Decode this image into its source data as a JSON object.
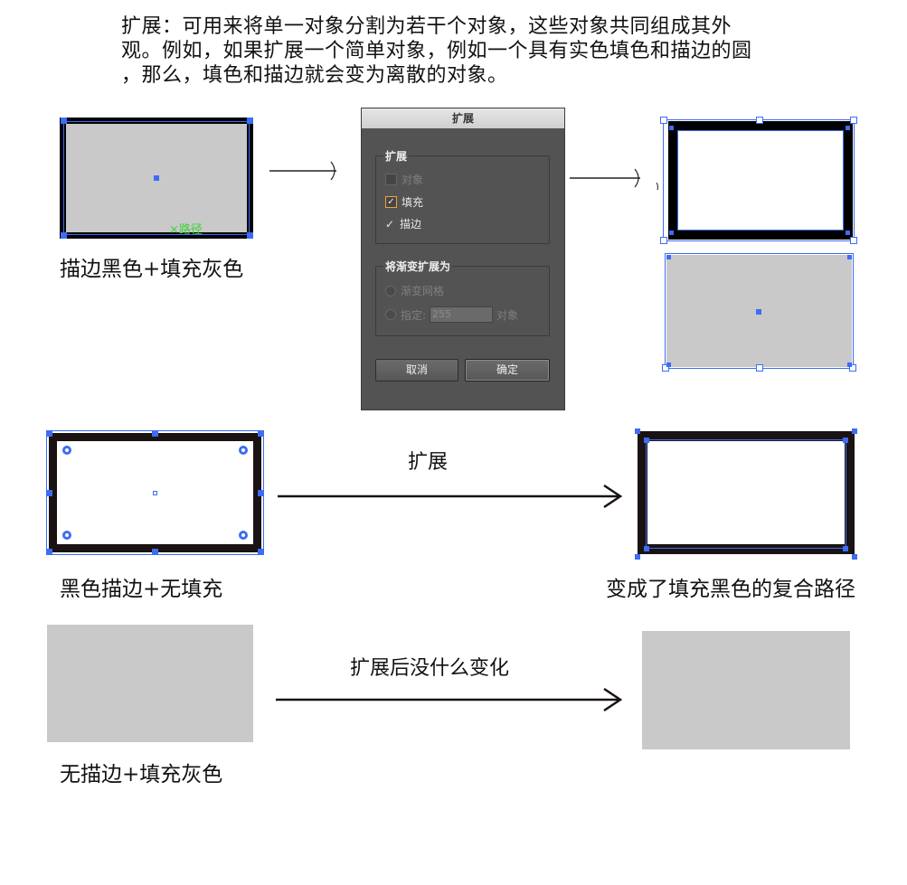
{
  "intro": {
    "line1": "扩展：可用来将单一对象分割为若干个对象，这些对象共同组成其外",
    "line2": "观。例如，如果扩展一个简单对象，例如一个具有实色填色和描边的圆",
    "line3": "，那么，填色和描边就会变为离散的对象。"
  },
  "example1": {
    "caption": "描边黑色+填充灰色",
    "path_label": "路径"
  },
  "dialog": {
    "title": "扩展",
    "expand_group": {
      "title": "扩展",
      "object_label": "对象",
      "fill_label": "填充",
      "stroke_label": "描边",
      "fill_check": "✓",
      "stroke_check": "✓"
    },
    "gradient_group": {
      "title": "将渐变扩展为",
      "mesh_label": "渐变网格",
      "specify_label": "指定:",
      "specify_value": "255",
      "objects_label": "对象"
    },
    "cancel_label": "取消",
    "ok_label": "确定"
  },
  "example2": {
    "caption_left": "黑色描边+无填充",
    "arrow_label": "扩展",
    "caption_right": "变成了填充黑色的复合路径"
  },
  "example3": {
    "caption_left": "无描边+填充灰色",
    "arrow_label": "扩展后没什么变化"
  },
  "colors": {
    "selection": "#3d6cf5",
    "gray_fill": "#c8c9c8",
    "stroke_black": "#1a1213",
    "dialog_bg": "#535353"
  }
}
